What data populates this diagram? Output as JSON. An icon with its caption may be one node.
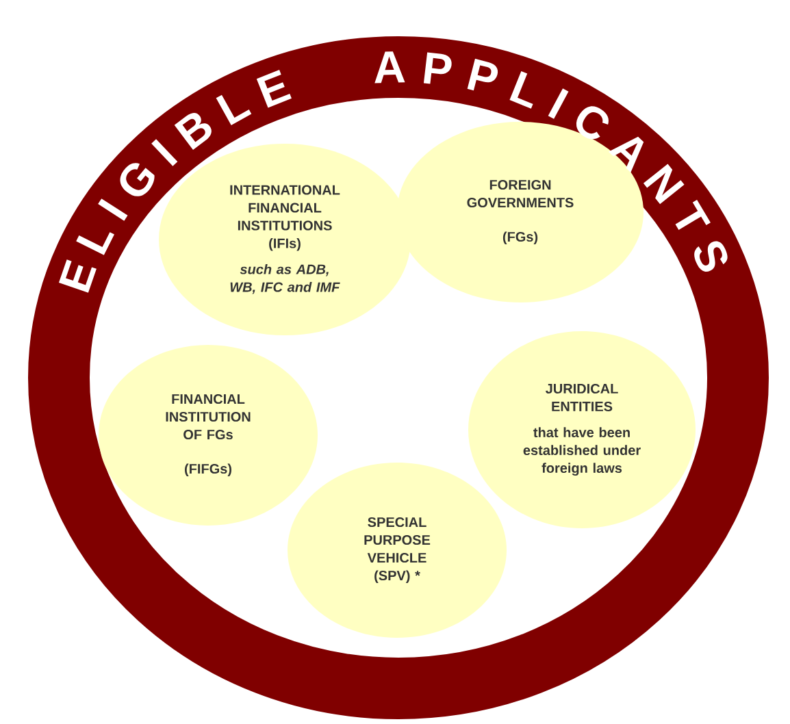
{
  "diagram": {
    "title": "ELIGIBLE APPLICANTS",
    "nodes": [
      {
        "text": [
          "INTERNATIONAL FINANCIAL INSTITUTIONS (IFIs)",
          "*such as ADB, WB, IFC and IMF*"
        ]
      },
      {
        "text": [
          "FOREIGN GOVERNMENTS",
          "(FGs)"
        ]
      },
      {
        "text": [
          "FINANCIAL INSTITUTION OF FGs",
          "(FIFGs)"
        ]
      },
      {
        "text": [
          "JURIDICAL ENTITIES",
          "that have been established under foreign laws"
        ]
      },
      {
        "text": [
          "SPECIAL PURPOSE VEHICLE (SPV) *"
        ]
      }
    ]
  }
}
